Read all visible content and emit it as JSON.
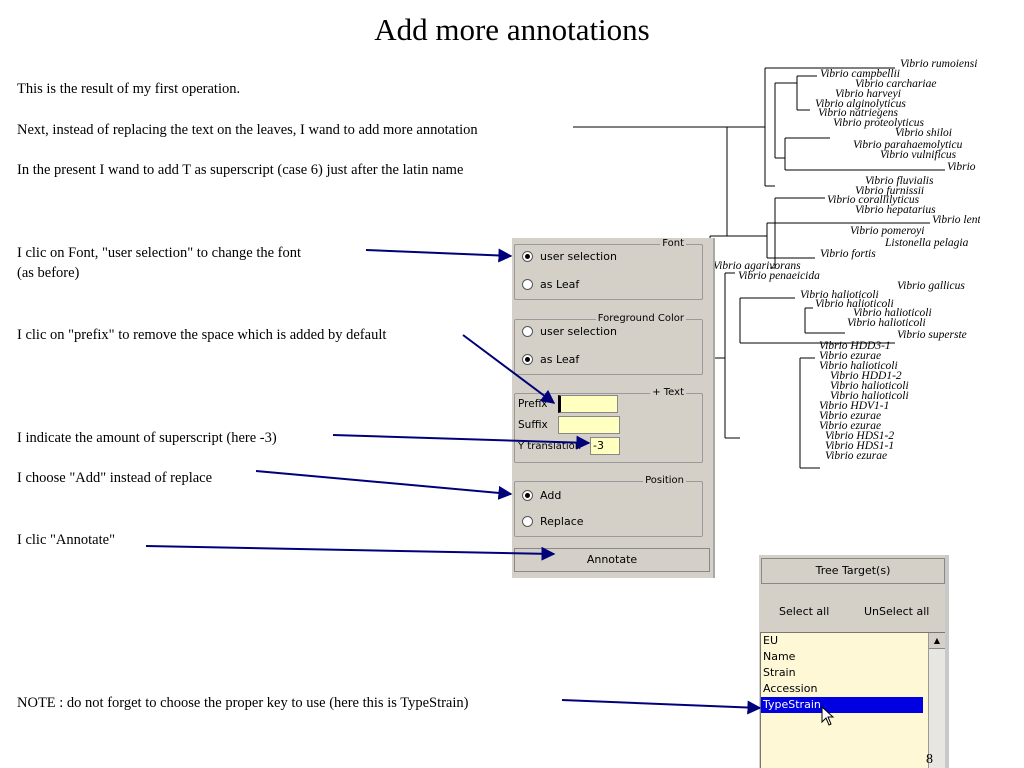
{
  "title": "Add more annotations",
  "notes": {
    "n1": "This is the result of my first operation.",
    "n2": "Next, instead of replacing the text on the leaves, I wand to add more annotation",
    "n3": "In the present I wand to add T as superscript (case 6) just after the latin name",
    "n4a": "I clic on Font, \"user selection\" to change the font",
    "n4b": "(as before)",
    "n5": "I clic on \"prefix\" to remove the space which is added by default",
    "n6": "I indicate the amount of superscript (here -3)",
    "n7": "I choose \"Add\" instead of replace",
    "n8": "I clic \"Annotate\"",
    "n9": "NOTE : do not forget to choose the proper key to use (here this is TypeStrain)"
  },
  "tree": {
    "leaves": [
      "Vibrio rumoiensi",
      "Vibrio campbellii",
      "Vibrio carchariae",
      "Vibrio harveyi",
      "Vibrio alginolyticus",
      "Vibrio natriegens",
      "Vibrio proteolyticus",
      "Vibrio shiloi",
      "Vibrio parahaemolyticu",
      "Vibrio vulnificus",
      "Vibrio",
      "Vibrio fluvialis",
      "Vibrio furnissii",
      "Vibrio corallilyticus",
      "Vibrio hepatarius",
      "Vibrio lentu",
      "Vibrio pomeroyi",
      "Listonella pelagia",
      "Vibrio fortis",
      "Vibrio agarivorans",
      "Vibrio penaeicida",
      "Vibrio gallicus",
      "Vibrio halioticoli",
      "Vibrio halioticoli",
      "Vibrio halioticoli",
      "Vibrio halioticoli",
      "Vibrio superste",
      "Vibrio HDD3-1",
      "Vibrio ezurae",
      "Vibrio halioticoli",
      "Vibrio HDD1-2",
      "Vibrio halioticoli",
      "Vibrio halioticoli",
      "Vibrio HDV1-1",
      "Vibrio ezurae",
      "Vibrio ezurae",
      "Vibrio HDS1-2",
      "Vibrio HDS1-1",
      "Vibrio ezurae"
    ]
  },
  "panel": {
    "font": {
      "title": "Font",
      "option_user": "user selection",
      "option_leaf": "as Leaf",
      "selected": "user selection"
    },
    "foreground": {
      "title": "Foreground Color",
      "option_user": "user selection",
      "option_leaf": "as Leaf",
      "selected": "as Leaf"
    },
    "text": {
      "title": "+ Text",
      "prefix_label": "Prefix",
      "prefix_value": "",
      "suffix_label": "Suffix",
      "suffix_value": "",
      "ytrans_label": "Y translation",
      "ytrans_value": "-3"
    },
    "position": {
      "title": "Position",
      "option_add": "Add",
      "option_replace": "Replace",
      "selected": "Add"
    },
    "annotate_label": "Annotate"
  },
  "target": {
    "button": "Tree Target(s)",
    "select_all": "Select all",
    "unselect_all": "UnSelect all",
    "keys": [
      "EU",
      "Name",
      "Strain",
      "Accession",
      "TypeStrain"
    ],
    "selected_key": "TypeStrain"
  },
  "page_number": "8",
  "colors": {
    "arrow": "#00007a",
    "list_highlight": "#0000e0",
    "input_bg": "#ffffc0",
    "panel_bg": "#d4d0c8"
  }
}
